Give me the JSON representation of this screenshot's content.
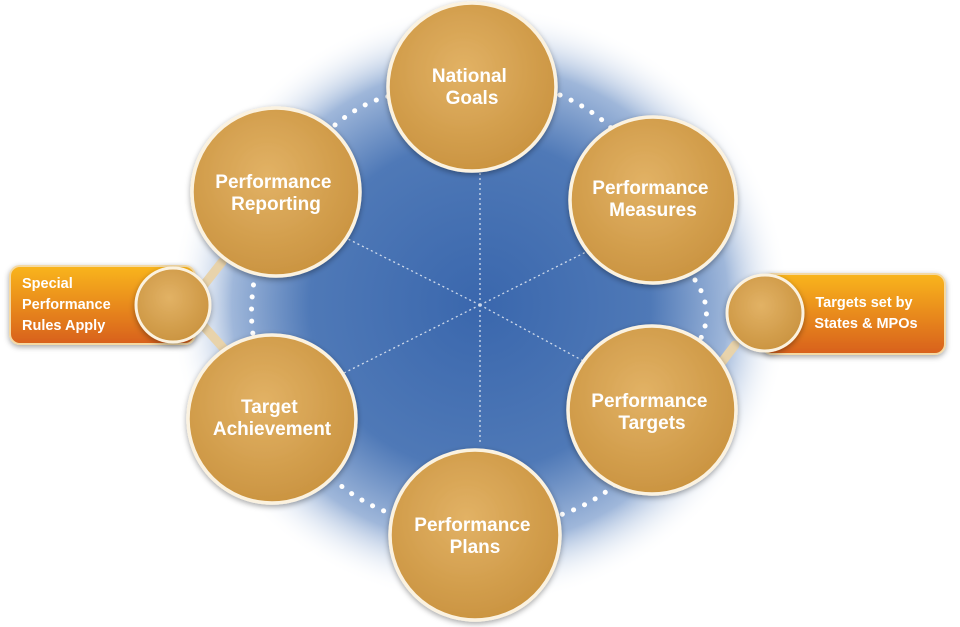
{
  "colors": {
    "node_fill": "#d9a552",
    "node_stroke": "#fbf2e0",
    "background_glow": "#4f79b7",
    "callout_orange": "#e0781e",
    "callout_yellow": "#f8b21a",
    "connector": "#e8d3ab"
  },
  "cycle": {
    "nodes": [
      {
        "id": "national-goals",
        "lines": [
          "National",
          "Goals"
        ]
      },
      {
        "id": "performance-measures",
        "lines": [
          "Performance",
          "Measures"
        ]
      },
      {
        "id": "performance-targets",
        "lines": [
          "Performance",
          "Targets"
        ]
      },
      {
        "id": "performance-plans",
        "lines": [
          "Performance",
          "Plans"
        ]
      },
      {
        "id": "target-achievement",
        "lines": [
          "Target",
          "Achievement"
        ]
      },
      {
        "id": "performance-reporting",
        "lines": [
          "Performance",
          "Reporting"
        ]
      }
    ]
  },
  "callouts": {
    "left": {
      "lines": [
        "Special",
        "Performance",
        "Rules Apply"
      ]
    },
    "right": {
      "lines": [
        "Targets set by",
        "States & MPOs"
      ]
    }
  }
}
